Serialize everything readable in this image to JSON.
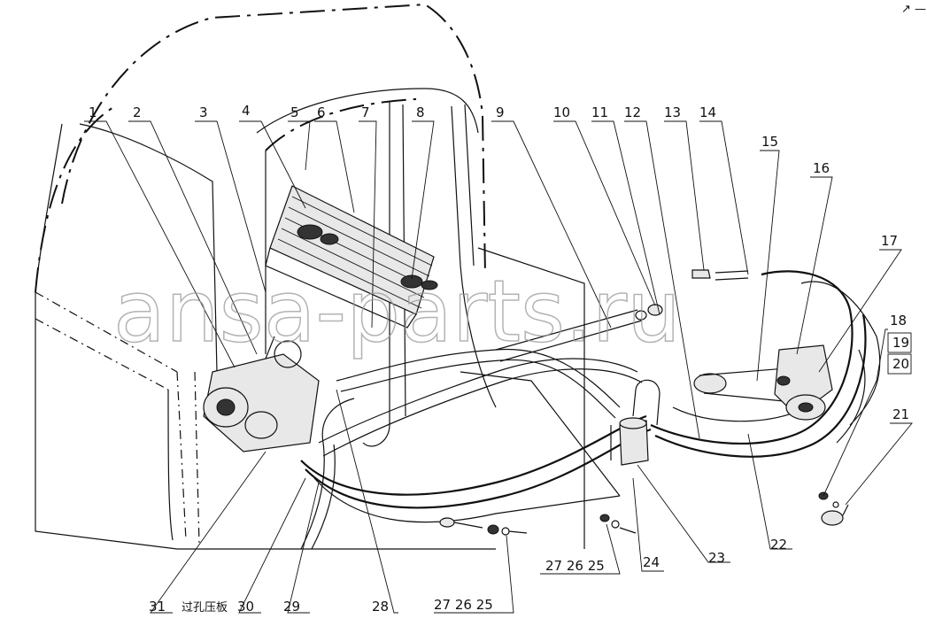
{
  "watermark": "ansa-parts.ru",
  "corner_mark": "↗ —",
  "callouts": {
    "c1": "1",
    "c2": "2",
    "c3": "3",
    "c4": "4",
    "c5": "5",
    "c6": "6",
    "c7": "7",
    "c8": "8",
    "c9": "9",
    "c10": "10",
    "c11": "11",
    "c12": "12",
    "c13": "13",
    "c14": "14",
    "c15": "15",
    "c16": "16",
    "c17": "17",
    "c18": "18",
    "c19": "19",
    "c20": "20",
    "c21": "21",
    "c22": "22",
    "c23": "23",
    "c24": "24",
    "c28": "28",
    "c29": "29",
    "c30": "30",
    "c31": "31",
    "group_lower_left": "27 26 25",
    "group_lower_right": "27 26 25"
  },
  "grommet_plate_label": "过孔压板"
}
